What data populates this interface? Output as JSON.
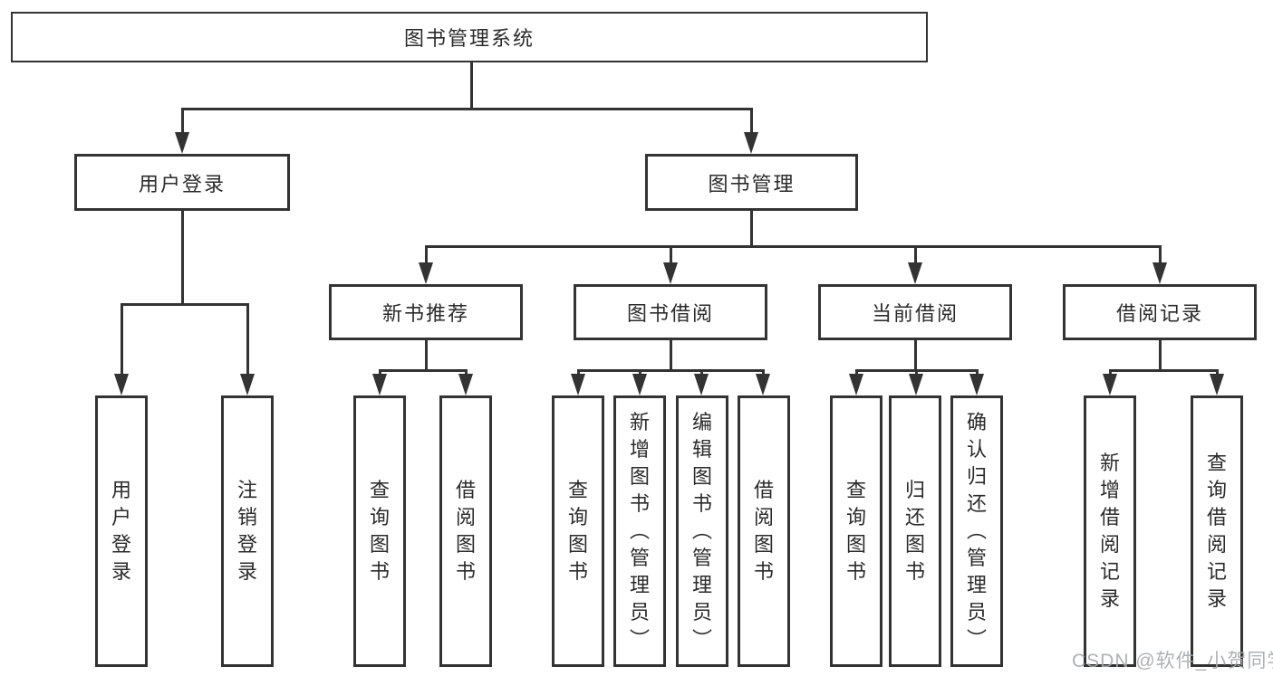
{
  "diagram_title": "图书管理系统",
  "nodes": {
    "root": {
      "label": "图书管理系统"
    },
    "user_login": {
      "label": "用户登录"
    },
    "book_mgmt": {
      "label": "图书管理"
    },
    "new_book_rec": {
      "label": "新书推荐"
    },
    "book_borrow": {
      "label": "图书借阅"
    },
    "current_borrow": {
      "label": "当前借阅"
    },
    "borrow_records": {
      "label": "借阅记录"
    },
    "leaf_user_login": {
      "label": "用户登录"
    },
    "leaf_logout": {
      "label": "注销登录"
    },
    "leaf_newrec_query_books": {
      "label": "查询图书"
    },
    "leaf_newrec_borrow_books": {
      "label": "借阅图书"
    },
    "leaf_borrow_query_books": {
      "label": "查询图书"
    },
    "leaf_borrow_add_books": {
      "label": "新增图书（管理员）"
    },
    "leaf_borrow_edit_books": {
      "label": "编辑图书（管理员）"
    },
    "leaf_borrow_borrow_books": {
      "label": "借阅图书"
    },
    "leaf_current_query_books": {
      "label": "查询图书"
    },
    "leaf_current_return_books": {
      "label": "归还图书"
    },
    "leaf_current_confirm_return": {
      "label": "确认归还（管理员）"
    },
    "leaf_records_add_record": {
      "label": "新增借阅记录"
    },
    "leaf_records_query_record": {
      "label": "查询借阅记录"
    }
  },
  "edges": [
    {
      "from": "图书管理系统",
      "to": [
        "用户登录",
        "图书管理"
      ]
    },
    {
      "from": "用户登录",
      "to": [
        "用户登录",
        "注销登录"
      ]
    },
    {
      "from": "图书管理",
      "to": [
        "新书推荐",
        "图书借阅",
        "当前借阅",
        "借阅记录"
      ]
    },
    {
      "from": "新书推荐",
      "to": [
        "查询图书",
        "借阅图书"
      ]
    },
    {
      "from": "图书借阅",
      "to": [
        "查询图书",
        "新增图书（管理员）",
        "编辑图书（管理员）",
        "借阅图书"
      ]
    },
    {
      "from": "当前借阅",
      "to": [
        "查询图书",
        "归还图书",
        "确认归还（管理员）"
      ]
    },
    {
      "from": "借阅记录",
      "to": [
        "新增借阅记录",
        "查询借阅记录"
      ]
    }
  ],
  "watermark": {
    "text": "CSDN @软件_小贺同学"
  },
  "colors": {
    "line": "#333333",
    "text": "#2b2b2b",
    "background": "#ffffff",
    "watermark": "#a6aaae"
  }
}
